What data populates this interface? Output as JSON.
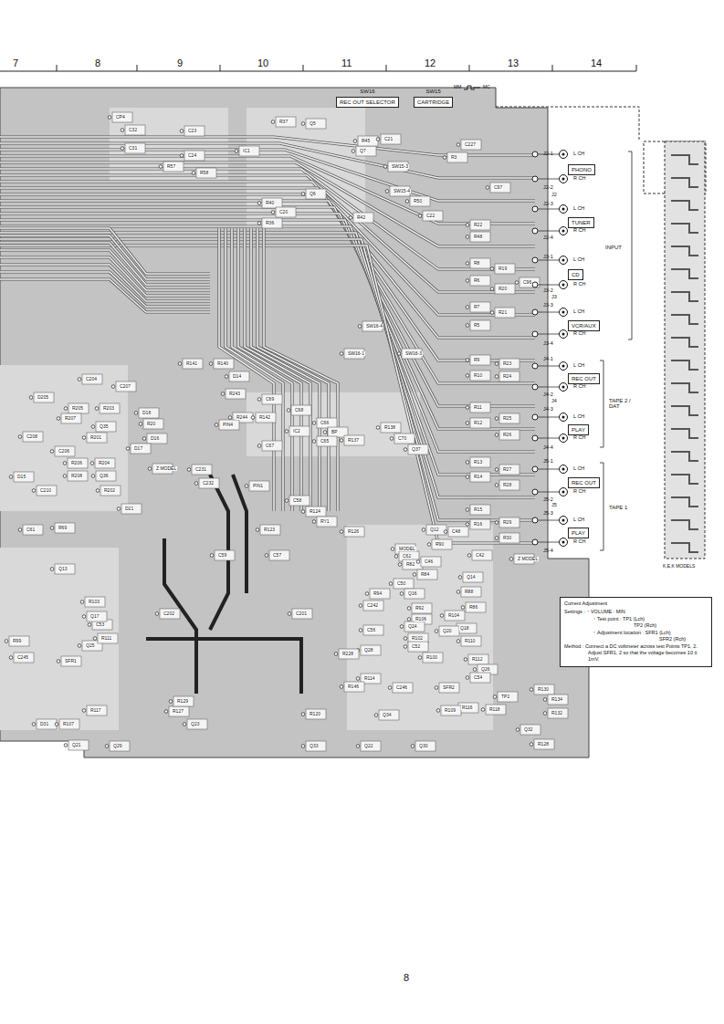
{
  "diagram": {
    "nodes": [
      {
        "text": [
          "SW16",
          "REC OUT SELECTOR"
        ]
      },
      {
        "text": [
          "SW15",
          "CARTRIDGE"
        ]
      },
      {
        "text": [
          "PHONO"
        ]
      },
      {
        "text": [
          "TUNER"
        ]
      },
      {
        "text": [
          "CD"
        ]
      },
      {
        "text": [
          "VCR/AUX"
        ]
      },
      {
        "text": [
          "REC OUT"
        ]
      },
      {
        "text": [
          "PLAY"
        ]
      },
      {
        "text": [
          "REC OUT"
        ]
      },
      {
        "text": [
          "PLAY"
        ]
      },
      {
        "text": [
          "Current Adjustment",
          "Settings :・VOLUME : MIN",
          "・Test point : TP1 (Lch)",
          "TP2 (Rch)",
          "・Adjustment location : SFR1 (Lch)",
          "SFR2 (Rch)",
          "Method : Connect a DC voltmeter across test Points TP1, 2. Adjust SFR1, 2 so that the voltage becomes 10 ± 1mV."
        ]
      }
    ],
    "labels": [
      "7",
      "8",
      "9",
      "10",
      "11",
      "12",
      "13",
      "14",
      "MM",
      "MC",
      "J2-1",
      "L CH",
      "R CH",
      "J2-2",
      "J2",
      "J2-3",
      "L CH",
      "R CH",
      "J2-4",
      "INPUT",
      "J3-1",
      "L CH",
      "R CH",
      "J3-2",
      "J3",
      "J3-3",
      "L CH",
      "R CH",
      "J3-4",
      "J4-1",
      "L CH",
      "R CH",
      "J4-2",
      "J4",
      "TAPE 2 / DAT",
      "J4-3",
      "L CH",
      "R CH",
      "J4-4",
      "J5-1",
      "L CH",
      "R CH",
      "J5-2",
      "J5",
      "TAPE 1",
      "J5-3",
      "L CH",
      "R CH",
      "J5-4",
      "K,E,K MODELS",
      "CP4",
      "C32",
      "C31",
      "C23",
      "C24",
      "R57",
      "R58",
      "R37",
      "Q5",
      "Q7",
      "R45",
      "C21",
      "IC1",
      "Q6",
      "R40",
      "C20",
      "R36",
      "R42",
      "SW15-3",
      "SW15-4",
      "R50",
      "C22",
      "C227",
      "R3",
      "C97",
      "R22",
      "R48",
      "R8",
      "R6",
      "R19",
      "R20",
      "C96",
      "R7",
      "R5",
      "R21",
      "R23",
      "R24",
      "R9",
      "R10",
      "R11",
      "R12",
      "R25",
      "R26",
      "R13",
      "R14",
      "R27",
      "R28",
      "R15",
      "R16",
      "R29",
      "R30",
      "Z MODEL",
      "SW16-1",
      "SW16-3",
      "SW16-4",
      "R141",
      "R140",
      "D14",
      "R243",
      "R244",
      "C204",
      "C207",
      "D205",
      "R205",
      "R203",
      "D18",
      "R20",
      "D16",
      "D17",
      "R207",
      "Q35",
      "C208",
      "R201",
      "C206",
      "R206",
      "R204",
      "Q36",
      "D15",
      "R208",
      "C210",
      "R202",
      "C69",
      "C68",
      "R142",
      "IC2",
      "C66",
      "BP",
      "C65",
      "R137",
      "R138",
      "C70",
      "Q37",
      "C67",
      "PIN4",
      "Z MODEL",
      "C231",
      "C232",
      "D21",
      "PIN1",
      "C58",
      "R124",
      "RY1",
      "R126",
      "R123",
      "C59",
      "C57",
      "R69",
      "C61",
      "C202",
      "C201",
      "Q12",
      "C48",
      "R90",
      "MODEL",
      "C62",
      "R82",
      "C46",
      "R84",
      "C42",
      "Q14",
      "C50",
      "R94",
      "Q16",
      "R88",
      "R86",
      "C242",
      "R104",
      "R92",
      "R106",
      "Q18",
      "Q24",
      "C56",
      "R102",
      "Q20",
      "R110",
      "C52",
      "R100",
      "R112",
      "Q26",
      "C54",
      "Q28",
      "R228",
      "R114",
      "R146",
      "C246",
      "SFR2",
      "TP2",
      "R130",
      "R134",
      "R132",
      "Q32",
      "R128",
      "R118",
      "R116",
      "R109",
      "Q34",
      "R120",
      "Q33",
      "Q22",
      "Q30",
      "Q29",
      "Q23",
      "R127",
      "R129",
      "R117",
      "SFR1",
      "Q25",
      "C245",
      "R111",
      "C53",
      "Q17",
      "R103",
      "R99",
      "Q13",
      "Q21",
      "D31",
      "R107",
      "8"
    ]
  }
}
